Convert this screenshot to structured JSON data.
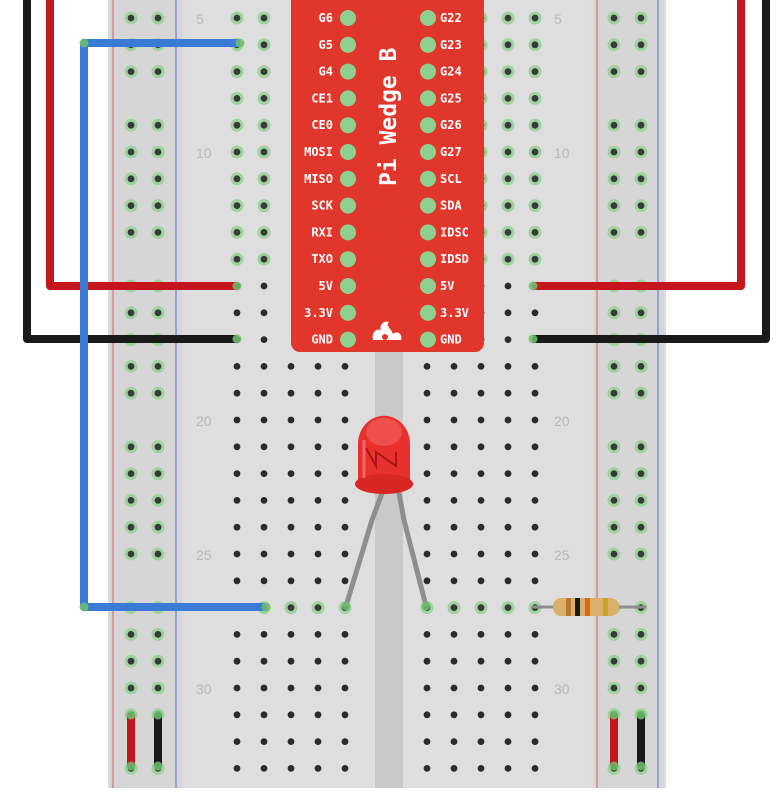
{
  "board": {
    "title": "Pi Wedge B",
    "left_pins": [
      "G6",
      "G5",
      "G4",
      "CE1",
      "CE0",
      "MOSI",
      "MISO",
      "SCK",
      "RXI",
      "TXO",
      "5V",
      "3.3V",
      "GND"
    ],
    "right_pins": [
      "G22",
      "G23",
      "G24",
      "G25",
      "G26",
      "G27",
      "SCL",
      "SDA",
      "IDSC",
      "IDSD",
      "5V",
      "3.3V",
      "GND"
    ]
  },
  "row_numbers": [
    "5",
    "10",
    "20",
    "25",
    "30"
  ],
  "colors": {
    "breadboard": "#dcdcdc",
    "wedge_red": "#e0362c",
    "wire_red": "#c4161c",
    "wire_black": "#1a1a1a",
    "wire_blue": "#3a7bd5",
    "led_red": "#e8312f",
    "hole_green": "#7bc67b",
    "rail_red_line": "#e05a5a",
    "rail_blue_line": "#5a6fd8"
  },
  "components": {
    "led": "red-led-icon",
    "resistor": "resistor-icon",
    "logo": "sparkfun-flame-logo"
  }
}
